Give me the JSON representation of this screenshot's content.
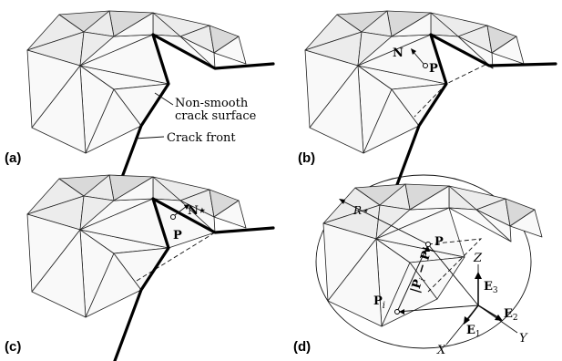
{
  "panels": {
    "a": {
      "label": "(a)",
      "surface_label_line1": "Non-smooth",
      "surface_label_line2": "crack surface",
      "front_label": "Crack front"
    },
    "b": {
      "label": "(b)",
      "normal_label": "N",
      "point_label": "P"
    },
    "c": {
      "label": "(c)",
      "normal_label": "N⋆",
      "point_label": "P"
    },
    "d": {
      "label": "(d)",
      "point_label": "P",
      "pi_label": "P",
      "pi_subscript": "i",
      "radius_label": "R⋆",
      "distance_label": "|P",
      "distance_sub": "i",
      "distance_rest": " − P|",
      "e1_label": "E",
      "e1_sub": "1",
      "e2_label": "E",
      "e2_sub": "2",
      "e3_label": "E",
      "e3_sub": "3",
      "x_label": "X",
      "y_label": "Y",
      "z_label": "Z"
    }
  }
}
